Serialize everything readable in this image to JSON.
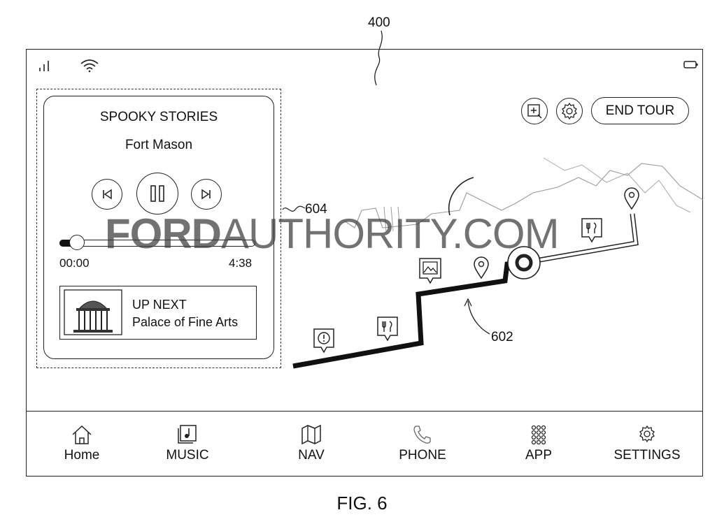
{
  "figure": {
    "ref_number": "400",
    "caption": "FIG. 6"
  },
  "status_bar": {
    "signal_icon": "signal-bars-icon",
    "wifi_icon": "wifi-icon",
    "battery_icon": "battery-icon"
  },
  "media_card": {
    "ref_number": "604",
    "title": "SPOOKY STORIES",
    "subtitle": "Fort Mason",
    "controls": [
      "previous-track-icon",
      "pause-icon",
      "next-track-icon"
    ],
    "progress": {
      "fraction": 0.05,
      "elapsed": "00:00",
      "total": "4:38"
    },
    "up_next": {
      "label": "UP NEXT",
      "title": "Palace of Fine Arts",
      "thumbnail_icon": "palace-thumbnail-icon"
    }
  },
  "map": {
    "route_ref_number": "602",
    "buttons": {
      "zoom_icon": "zoom-in-icon",
      "settings_icon": "gear-icon",
      "end_tour_label": "END TOUR"
    },
    "markers": [
      "alert-marker-icon",
      "restaurant-marker-icon",
      "scenic-marker-icon",
      "location-pin-icon",
      "restaurant-marker-icon",
      "location-pin-icon"
    ]
  },
  "watermark": {
    "bold": "FORD",
    "rest": "AUTHORITY.COM"
  },
  "nav": {
    "items": [
      {
        "label": "Home",
        "icon": "home-icon"
      },
      {
        "label": "MUSIC",
        "icon": "music-icon"
      },
      {
        "label": "NAV",
        "icon": "map-icon"
      },
      {
        "label": "PHONE",
        "icon": "phone-icon"
      },
      {
        "label": "APP",
        "icon": "app-grid-icon"
      },
      {
        "label": "SETTINGS",
        "icon": "gear-icon"
      }
    ]
  }
}
